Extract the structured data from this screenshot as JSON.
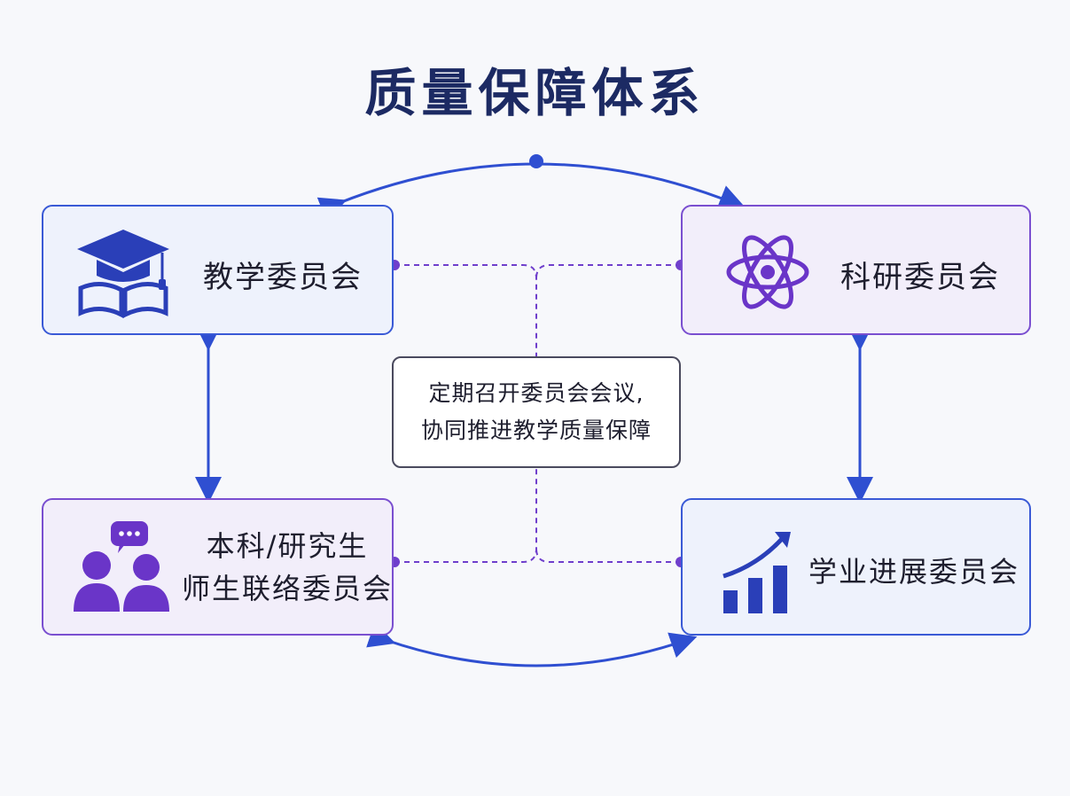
{
  "title": "质量保障体系",
  "nodes": {
    "teaching": {
      "label": "教学委员会",
      "icon": "graduation-cap-icon"
    },
    "research": {
      "label": "科研委员会",
      "icon": "atom-icon"
    },
    "liaison": {
      "label_line1": "本科/研究生",
      "label_line2": "师生联络委员会",
      "icon": "people-chat-icon"
    },
    "progress": {
      "label": "学业进展委员会",
      "icon": "bar-chart-growth-icon"
    }
  },
  "center_note": {
    "line1": "定期召开委员会会议,",
    "line2": "协同推进教学质量保障"
  },
  "colors": {
    "title": "#1c2a63",
    "blue": "#2f4fd1",
    "purple": "#6f3fcc",
    "box_blue_bg": "#eef2fc",
    "box_purple_bg": "#f2eefa"
  }
}
